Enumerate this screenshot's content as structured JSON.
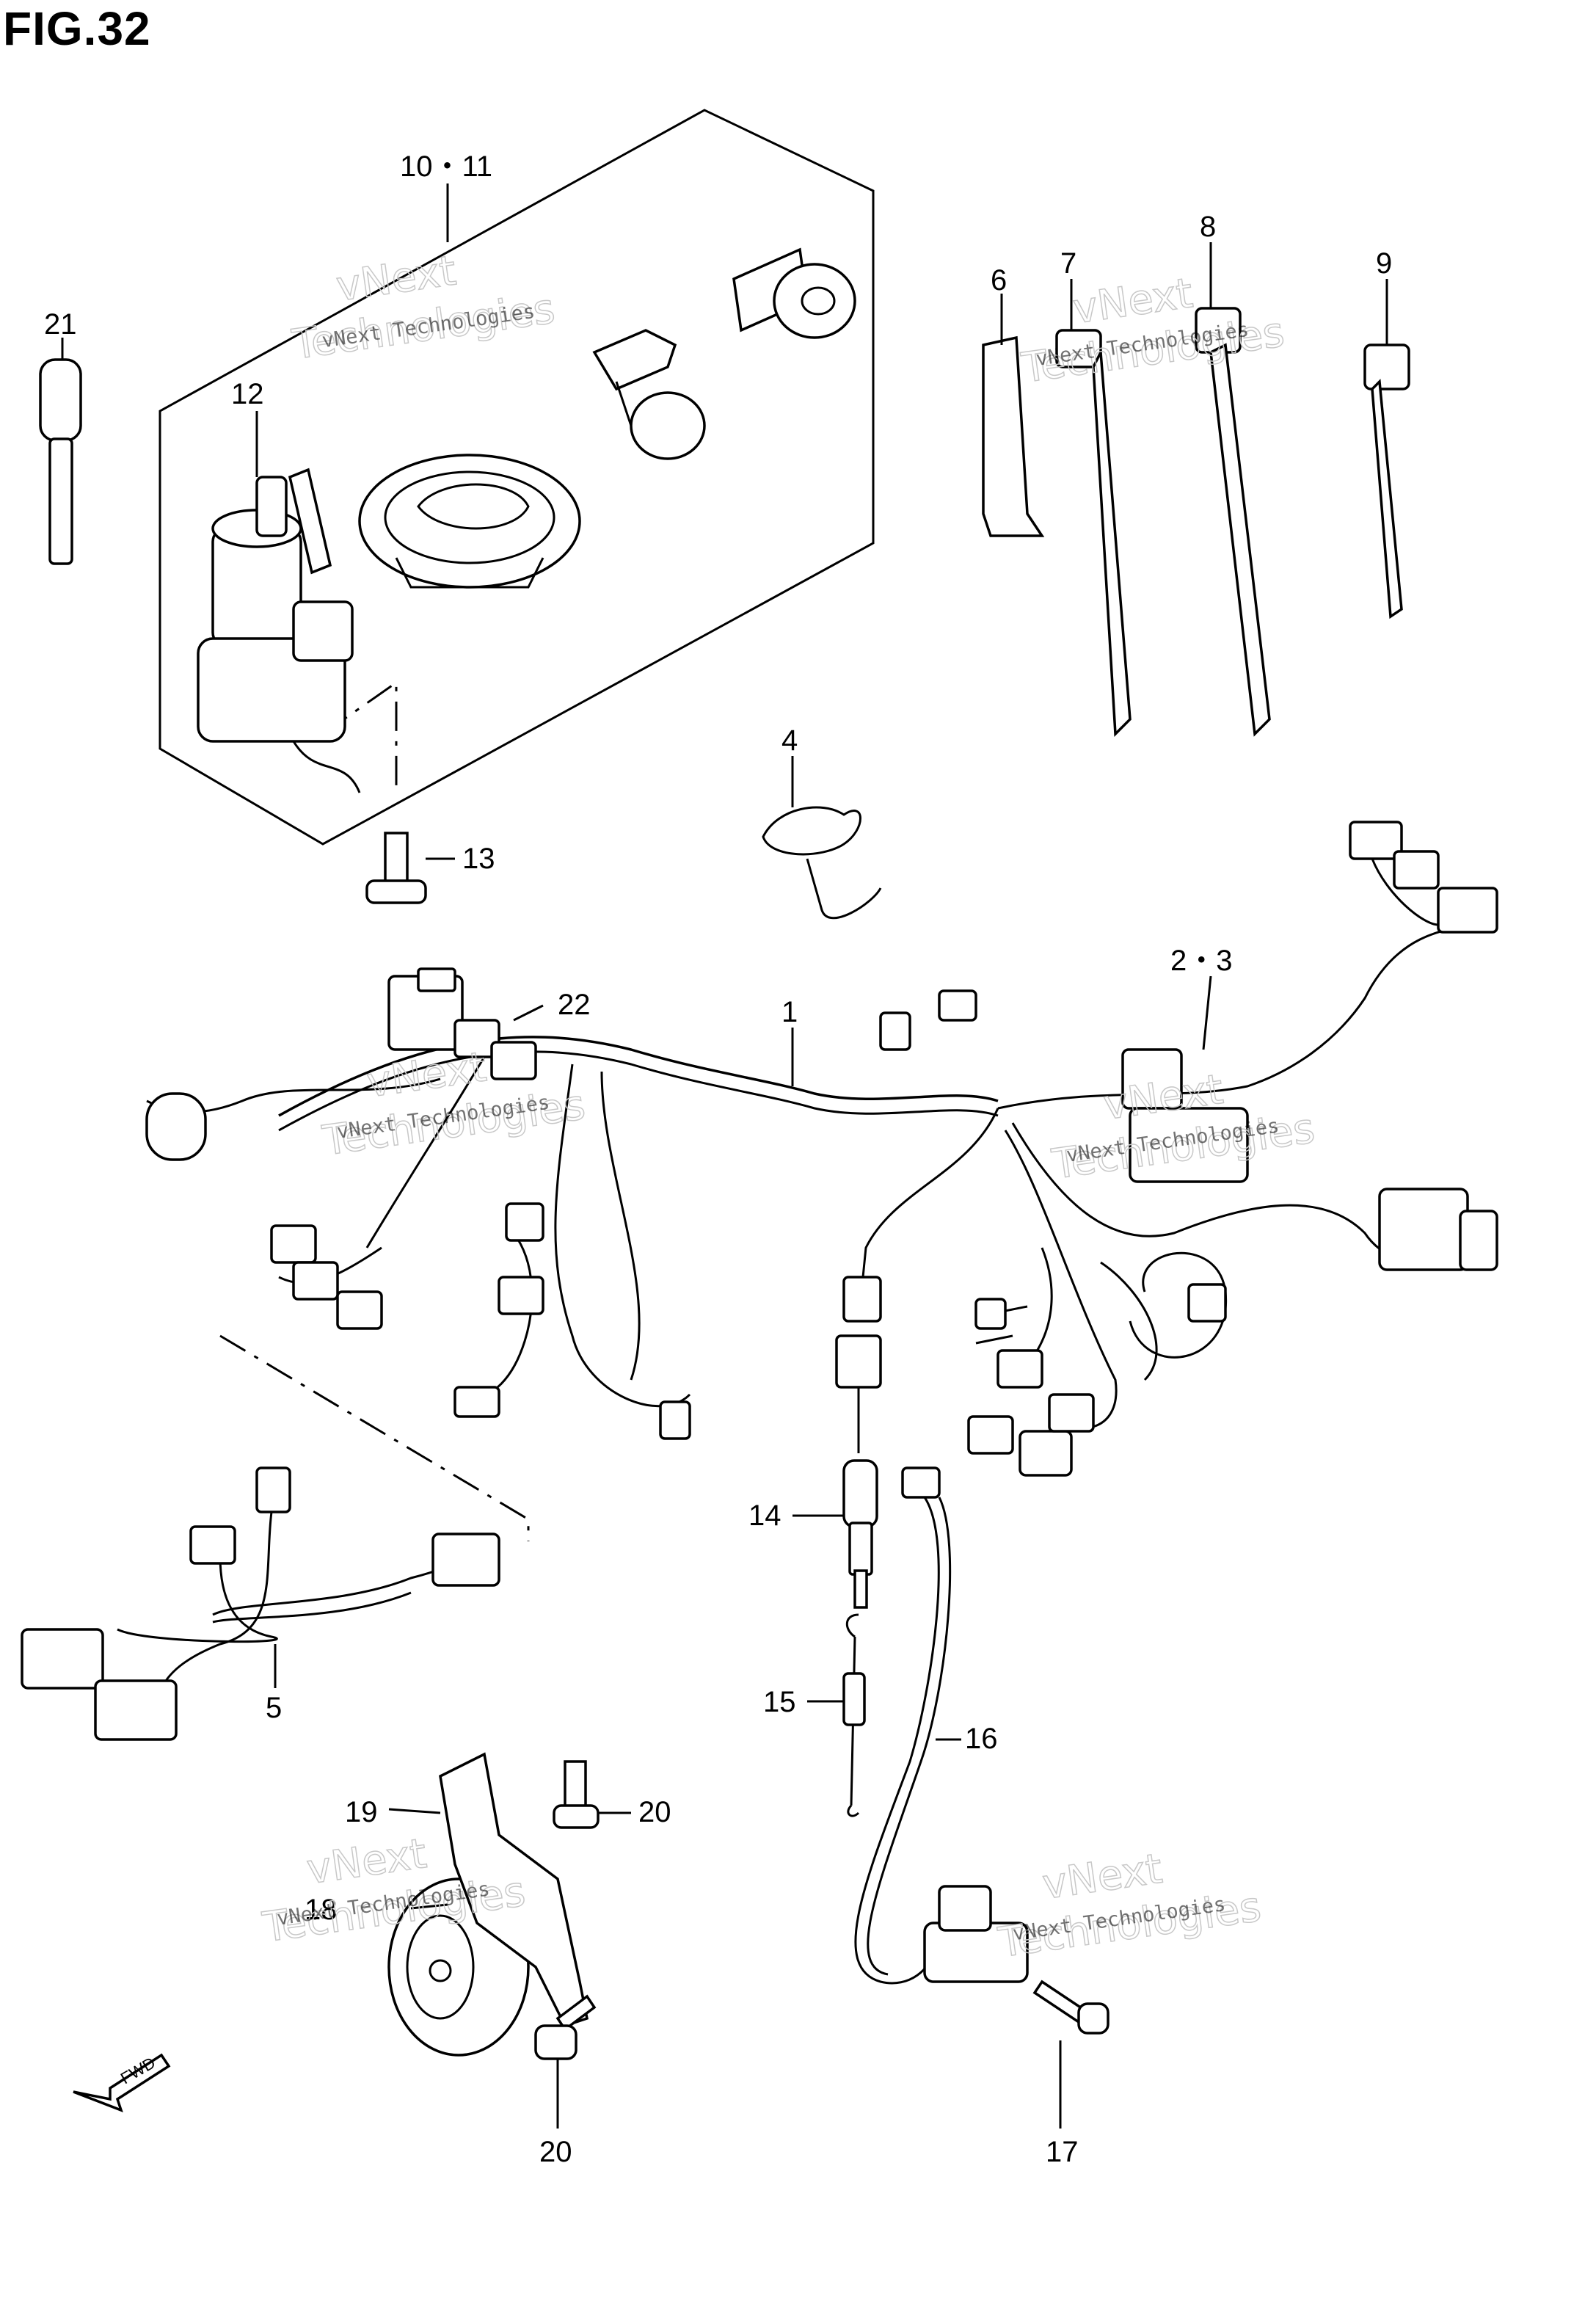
{
  "figure": {
    "title": "FIG.32"
  },
  "watermark": {
    "small": "vNext Technologies",
    "large_top": "vNext",
    "large_bottom": "Technologies"
  },
  "callouts": {
    "c1": "1",
    "c2_3": "2・3",
    "c4": "4",
    "c5": "5",
    "c6": "6",
    "c7": "7",
    "c8": "8",
    "c9": "9",
    "c10_11": "10・11",
    "c12": "12",
    "c13": "13",
    "c14": "14",
    "c15": "15",
    "c16": "16",
    "c17": "17",
    "c18": "18",
    "c19": "19",
    "c20a": "20",
    "c20b": "20",
    "c21": "21",
    "c22": "22"
  },
  "direction_marker": {
    "label": "FWD"
  }
}
